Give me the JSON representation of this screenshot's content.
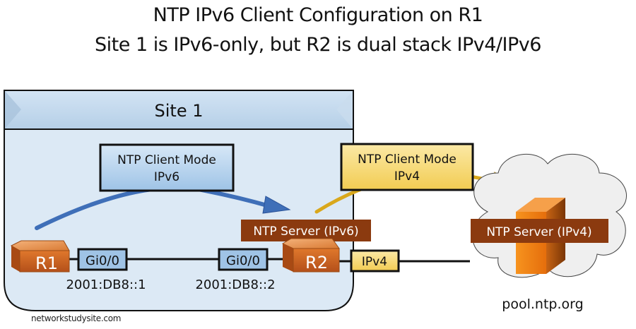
{
  "title": {
    "line1": "NTP IPv6 Client Configuration on R1",
    "line2": "Site 1 is IPv6-only, but R2 is dual stack IPv4/IPv6"
  },
  "site": {
    "label": "Site 1"
  },
  "routers": {
    "r1": {
      "label": "R1",
      "interface": "Gi0/0",
      "address": "2001:DB8::1"
    },
    "r2": {
      "label": "R2",
      "interface": "Gi0/0",
      "address": "2001:DB8::2",
      "role": "NTP Server (IPv6)",
      "uplink": "IPv4"
    }
  },
  "callouts": {
    "ipv6_client": {
      "line1": "NTP Client Mode",
      "line2": "IPv6"
    },
    "ipv4_client": {
      "line1": "NTP Client Mode",
      "line2": "IPv4"
    }
  },
  "cloud": {
    "server_role": "NTP Server (IPv4)",
    "hostname": "pool.ntp.org"
  },
  "watermark": "networkstudysite.com",
  "colors": {
    "site_fill": "#dce9f5",
    "site_header": "#b9d3ea",
    "ipv6_arrow": "#3f6fb8",
    "ipv4_arrow": "#d9a81c",
    "router_orange": "#d2691e",
    "brown_label": "#8b3a0f",
    "interface_blue": "#9fc3e6",
    "ipv4_yellow": "#f6d86a",
    "cloud_fill": "#efefef"
  }
}
